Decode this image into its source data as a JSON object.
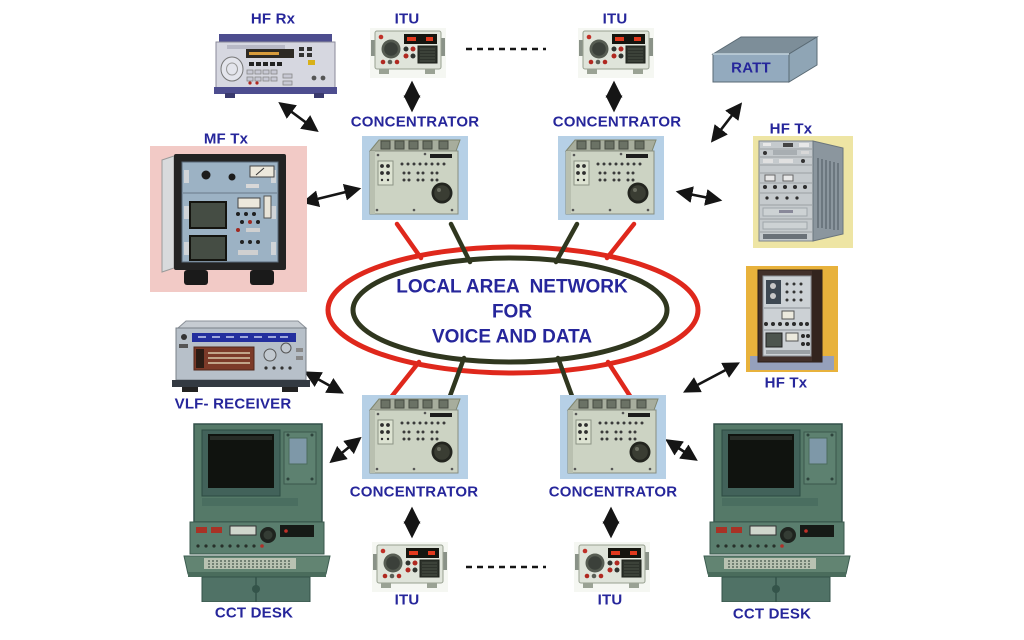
{
  "diagram": {
    "lan": {
      "line1": "LOCAL AREA  NETWORK",
      "line2": "FOR",
      "line3": "VOICE AND DATA"
    },
    "labels": {
      "hf_rx": "HF Rx",
      "itu_top_left": "ITU",
      "itu_top_right": "ITU",
      "ratt": "RATT",
      "mf_tx": "MF Tx",
      "hf_tx_top": "HF Tx",
      "hf_tx_mid": "HF Tx",
      "vlf_receiver": "VLF- RECEIVER",
      "concentrator_top_left": "CONCENTRATOR",
      "concentrator_top_right": "CONCENTRATOR",
      "concentrator_bottom_left": "CONCENTRATOR",
      "concentrator_bottom_right": "CONCENTRATOR",
      "cct_desk_left": "CCT DESK",
      "cct_desk_right": "CCT DESK",
      "itu_bottom_left": "ITU",
      "itu_bottom_right": "ITU"
    },
    "colors": {
      "label_color": "#26269B",
      "red_ring": "#DF281C",
      "dark_ring": "#30371F",
      "arrow_color": "#151515",
      "bg": "#FFFFFF"
    }
  }
}
